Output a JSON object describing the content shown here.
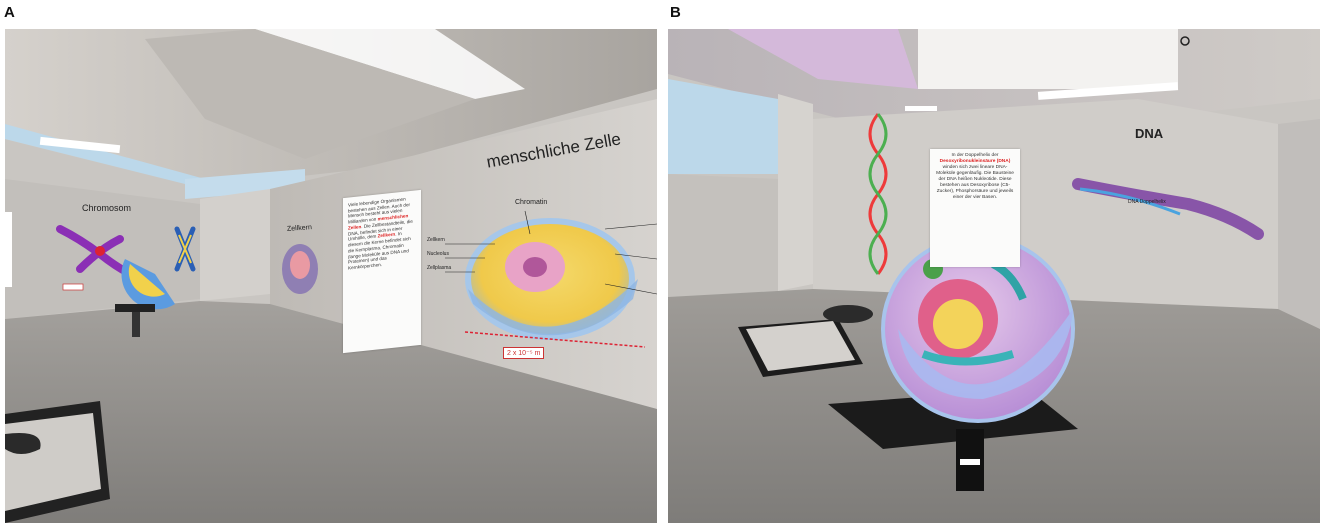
{
  "panels": [
    {
      "letter": "A",
      "title": "menschliche Zelle",
      "chromosome_label": "Chromosom",
      "cell_label": "Zellkern",
      "diagram_labels": {
        "chromatin": "Chromatin",
        "left1": "Zellkern",
        "left2": "Nucleolus",
        "left3": "Zellplasma"
      },
      "card": {
        "before": "Viele lebendige Organismen bestehen aus Zellen. Auch der Mensch besteht aus vielen Milliarden von ",
        "highlight1": "menschlichen Zellen",
        "middle": ". Die Zellbestandteile, die DNA, befindet sich in einer Umhülle, dem ",
        "highlight2": "Zellkern",
        "after": ". In diesem die Kerne befindet sich die Kernplasma, Chromatin (lange Moleküle aus DNA und Proteinen) und das Kernkörperchen."
      },
      "scale_text": "2 x 10⁻⁵ m"
    },
    {
      "letter": "B",
      "title": "DNA",
      "dna_label": "DNA Doppelhelix",
      "card": {
        "before": "In der Doppelhelix der ",
        "highlight1": "Desoxyribonukleinsäure (DNA)",
        "after": " winden sich zwei lineare DNA-Moleküle gegenläufig. Die Bausteine der DNA heißen Nukleotide. Diese bestehen aus Desoxyribose (C5-Zucker), Phosphorsäure und jeweils einer der vier Basen."
      }
    }
  ],
  "colors": {
    "wall": "#c9c6c2",
    "floor": "#8e8c89",
    "ceiling": "#cfcbc6",
    "sky": "#bcd8ea",
    "highlight": "#d22222"
  }
}
